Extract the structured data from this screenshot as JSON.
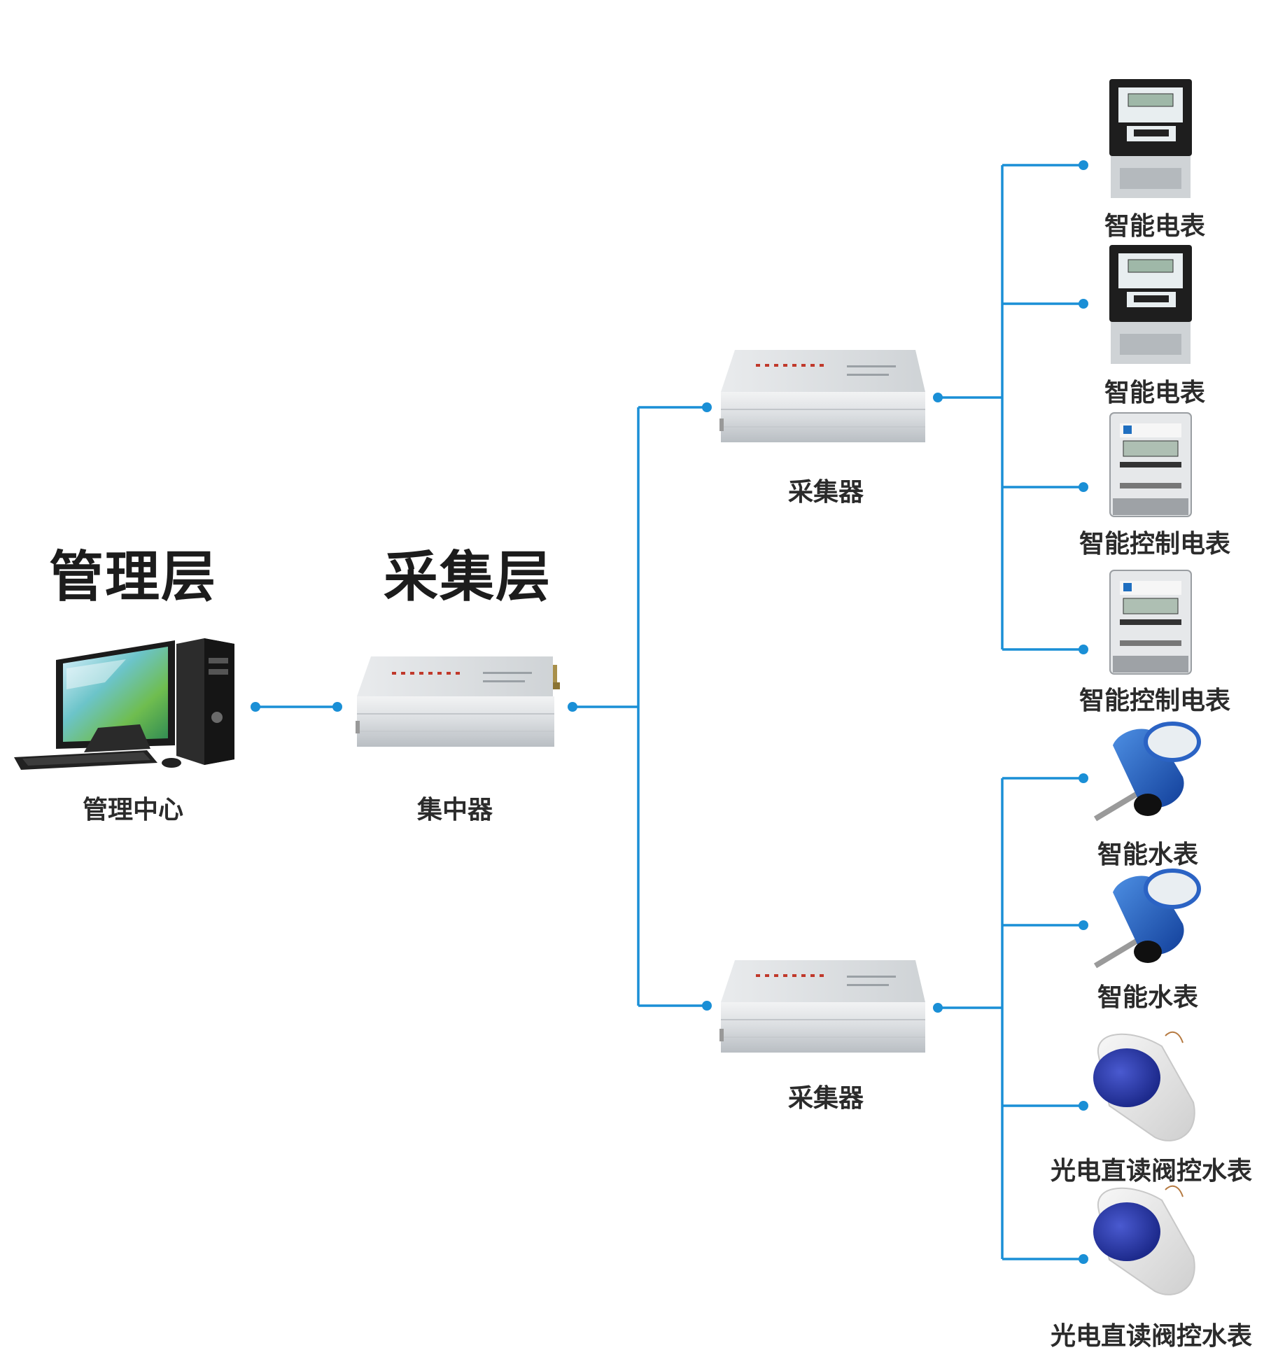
{
  "layers": {
    "management": "管理层",
    "collection": "采集层"
  },
  "nodes": {
    "management_center": "管理中心",
    "concentrator": "集中器",
    "collector_top": "采集器",
    "collector_bottom": "采集器"
  },
  "meters": [
    {
      "label": "智能电表",
      "kind": "three-phase-electric-meter"
    },
    {
      "label": "智能电表",
      "kind": "three-phase-electric-meter"
    },
    {
      "label": "智能控制电表",
      "kind": "single-phase-control-meter"
    },
    {
      "label": "智能控制电表",
      "kind": "single-phase-control-meter"
    },
    {
      "label": "智能水表",
      "kind": "blue-water-meter"
    },
    {
      "label": "智能水表",
      "kind": "blue-water-meter"
    },
    {
      "label": "光电直读阀控水表",
      "kind": "valve-control-water-meter"
    },
    {
      "label": "光电直读阀控水表",
      "kind": "valve-control-water-meter"
    }
  ],
  "colors": {
    "connector": "#1a8fd6",
    "text": "#2b2b2b",
    "device_silver": "#d9dde0",
    "meter_blue": "#1f55b8"
  }
}
